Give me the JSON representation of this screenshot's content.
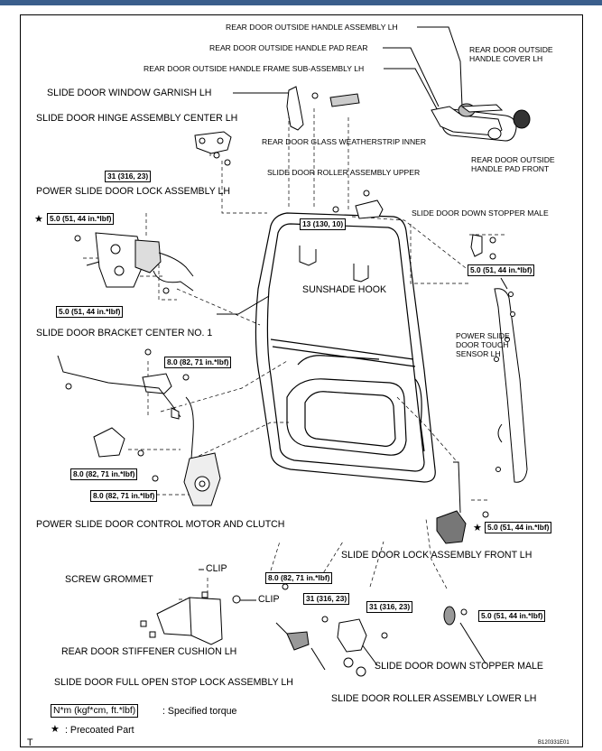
{
  "labels": {
    "outside_handle_assy": "REAR DOOR OUTSIDE HANDLE ASSEMBLY LH",
    "outside_handle_pad_rear": "REAR DOOR OUTSIDE HANDLE PAD REAR",
    "outside_handle_cover": "REAR DOOR OUTSIDE HANDLE COVER LH",
    "outside_handle_frame": "REAR DOOR OUTSIDE HANDLE FRAME SUB-ASSEMBLY LH",
    "window_garnish": "SLIDE DOOR WINDOW GARNISH LH",
    "hinge_center": "SLIDE DOOR HINGE ASSEMBLY CENTER LH",
    "glass_weatherstrip": "REAR DOOR GLASS WEATHERSTRIP INNER",
    "outside_handle_pad_front": "REAR DOOR OUTSIDE HANDLE PAD FRONT",
    "roller_upper": "SLIDE DOOR ROLLER ASSEMBLY UPPER",
    "power_lock": "POWER SLIDE DOOR LOCK ASSEMBLY LH",
    "down_stopper_male_upper": "SLIDE DOOR DOWN STOPPER MALE",
    "sunshade_hook": "SUNSHADE HOOK",
    "bracket_center": "SLIDE DOOR BRACKET CENTER NO. 1",
    "touch_sensor": "POWER SLIDE DOOR TOUCH SENSOR LH",
    "control_motor": "POWER SLIDE DOOR CONTROL MOTOR AND CLUTCH",
    "lock_front": "SLIDE DOOR LOCK ASSEMBLY FRONT LH",
    "screw_grommet": "SCREW GROMMET",
    "clip_upper": "CLIP",
    "clip_lower": "CLIP",
    "stiffener_cushion": "REAR DOOR STIFFENER CUSHION LH",
    "full_open_stop": "SLIDE DOOR FULL OPEN STOP LOCK ASSEMBLY LH",
    "down_stopper_male_lower": "SLIDE DOOR DOWN STOPPER MALE",
    "roller_lower": "SLIDE DOOR ROLLER ASSEMBLY LOWER LH"
  },
  "torques": {
    "t_hinge": "31 (316, 23)",
    "t_roller_upper": "13 (130, 10)",
    "t_lock_upper": "5.0 (51, 44 in.*lbf)",
    "t_lock_lower": "5.0 (51, 44 in.*lbf)",
    "t_stopper_upper": "5.0 (51, 44 in.*lbf)",
    "t_bracket": "8.0 (82, 71 in.*lbf)",
    "t_motor_1": "8.0 (82, 71 in.*lbf)",
    "t_motor_2": "8.0 (82, 71 in.*lbf)",
    "t_lock_front": "5.0 (51, 44 in.*lbf)",
    "t_stop_lock": "8.0 (82, 71 in.*lbf)",
    "t_roller_lower_1": "31 (316, 23)",
    "t_roller_lower_2": "31 (316, 23)",
    "t_stopper_lower": "5.0 (51, 44 in.*lbf)"
  },
  "legend": {
    "unit_box": "N*m (kgf*cm, ft.*lbf)",
    "unit_desc": ": Specified torque",
    "star_desc": ": Precoated Part",
    "star_glyph": "★"
  },
  "footer": {
    "corner_mark": "T",
    "figure_code": "B120331E01"
  }
}
